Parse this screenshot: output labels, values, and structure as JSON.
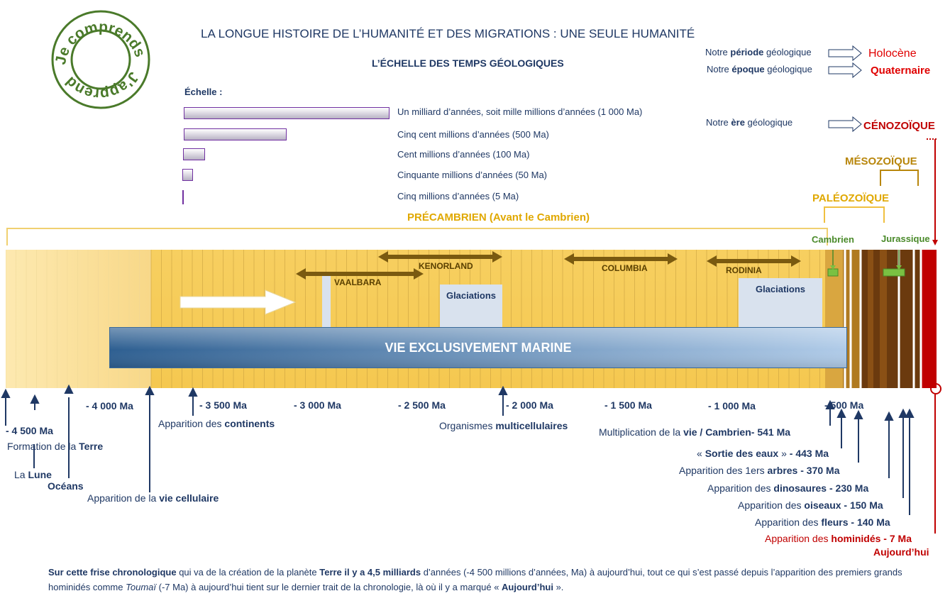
{
  "logo": {
    "text": "Je comprends J'apprends"
  },
  "header": {
    "title": "LA LONGUE HISTOIRE DE L’HUMANITÉ ET DES MIGRATIONS : UNE SEULE HUMANITÉ",
    "subtitle": "L’ÉCHELLE DES TEMPS GÉOLOGIQUES"
  },
  "scale": {
    "heading": "Échelle :",
    "items": [
      {
        "label": "Un milliard d’années, soit mille millions d’années (1 000 Ma)",
        "value_ma": 1000
      },
      {
        "label": "Cinq cent millions d’années (500 Ma)",
        "value_ma": 500
      },
      {
        "label": "Cent millions d’années (100 Ma)",
        "value_ma": 100
      },
      {
        "label": "Cinquante millions d’années (50 Ma)",
        "value_ma": 50
      },
      {
        "label": "Cinq millions d’années (5 Ma)",
        "value_ma": 5
      }
    ]
  },
  "notes": {
    "periode_pre": "Notre ",
    "periode_b": "période",
    "periode_post": " géologique",
    "periode_value": "Holocène",
    "epoque_pre": "Notre ",
    "epoque_b": "époque",
    "epoque_post": " géologique",
    "epoque_value": "Quaternaire",
    "ere_pre": "Notre ",
    "ere_b": "ère",
    "ere_post": " géologique",
    "ere_value": "CÉNOZOÏQUE"
  },
  "eras": {
    "mesozoique": "MÉSOZOÏQUE",
    "paleozoique": "PALÉOZOÏQUE",
    "precambrien": "PRÉCAMBRIEN  (Avant le Cambrien)",
    "cambrien": "Cambrien",
    "jurassique": "Jurassique"
  },
  "supercontinents": [
    "VAALBARA",
    "KENORLAND",
    "COLUMBIA",
    "RODINIA"
  ],
  "glaciations": [
    "Glaciations",
    "Glaciations"
  ],
  "marine": "VIE EXCLUSIVEMENT MARINE",
  "ticks": [
    "- 4 500 Ma",
    "- 4 000 Ma",
    "- 3 500 Ma",
    "- 3 000 Ma",
    "- 2 500 Ma",
    "- 2 000 Ma",
    "- 1 500 Ma",
    "- 1 000 Ma",
    "- 500 Ma"
  ],
  "events": {
    "formation_pre": "Formation de la ",
    "formation_b": "Terre",
    "lune_pre": "La ",
    "lune_b": "Lune",
    "oceans": "Océans",
    "vie_cell_pre": "Apparition de la ",
    "vie_cell_b": "vie cellulaire",
    "continents_pre": "Apparition des ",
    "continents_b": "continents",
    "multi_pre": "Organismes ",
    "multi_b": "multicellulaires",
    "cambrien_pre": "Multiplication de la ",
    "cambrien_b": "vie / Cambrien",
    "cambrien_date": "- 541 Ma",
    "sortie_pre": "« ",
    "sortie_b": "Sortie des eaux",
    "sortie_post": " » ",
    "sortie_date": "- 443 Ma",
    "arbres_pre": "Apparition des 1ers ",
    "arbres_b": "arbres",
    "arbres_date": " - 370 Ma",
    "dino_pre": "Apparition des ",
    "dino_b": "dinosaures",
    "dino_date": "  - 230 Ma",
    "oiseaux_pre": "Apparition des ",
    "oiseaux_b": "oiseaux",
    "oiseaux_date": "  - 150 Ma",
    "fleurs_pre": "Apparition des ",
    "fleurs_b": "fleurs",
    "fleurs_date": " - 140 Ma",
    "hominides_pre": "Apparition des ",
    "hominides_b": "hominidés",
    "hominides_date": "  - 7 Ma",
    "aujourdhui": "Aujourd’hui"
  },
  "footer": {
    "p1_b": "Sur cette frise chronologique",
    "p2": " qui va de la création de la planète ",
    "p3_b": "Terre il y a 4,5 milliards",
    "p4": " d’années (-4 500 millions d’années, Ma) à aujourd’hui, tout ce qui s’est passé depuis l’apparition des premiers grands hominidés comme ",
    "p5_i": "Toumaï",
    "p6": " (-7 Ma) à aujourd’hui tient sur le dernier trait de la chronologie, là où il y a marqué « ",
    "p7_b": "Aujourd’hui",
    "p8": " »."
  },
  "colors": {
    "navy": "#1f3864",
    "red": "#c00000",
    "bright_red": "#e00000",
    "gold": "#f0c040",
    "olive": "#b8860b",
    "green_logo": "#4a7a2a",
    "marine_blue": "#2e5f91"
  }
}
